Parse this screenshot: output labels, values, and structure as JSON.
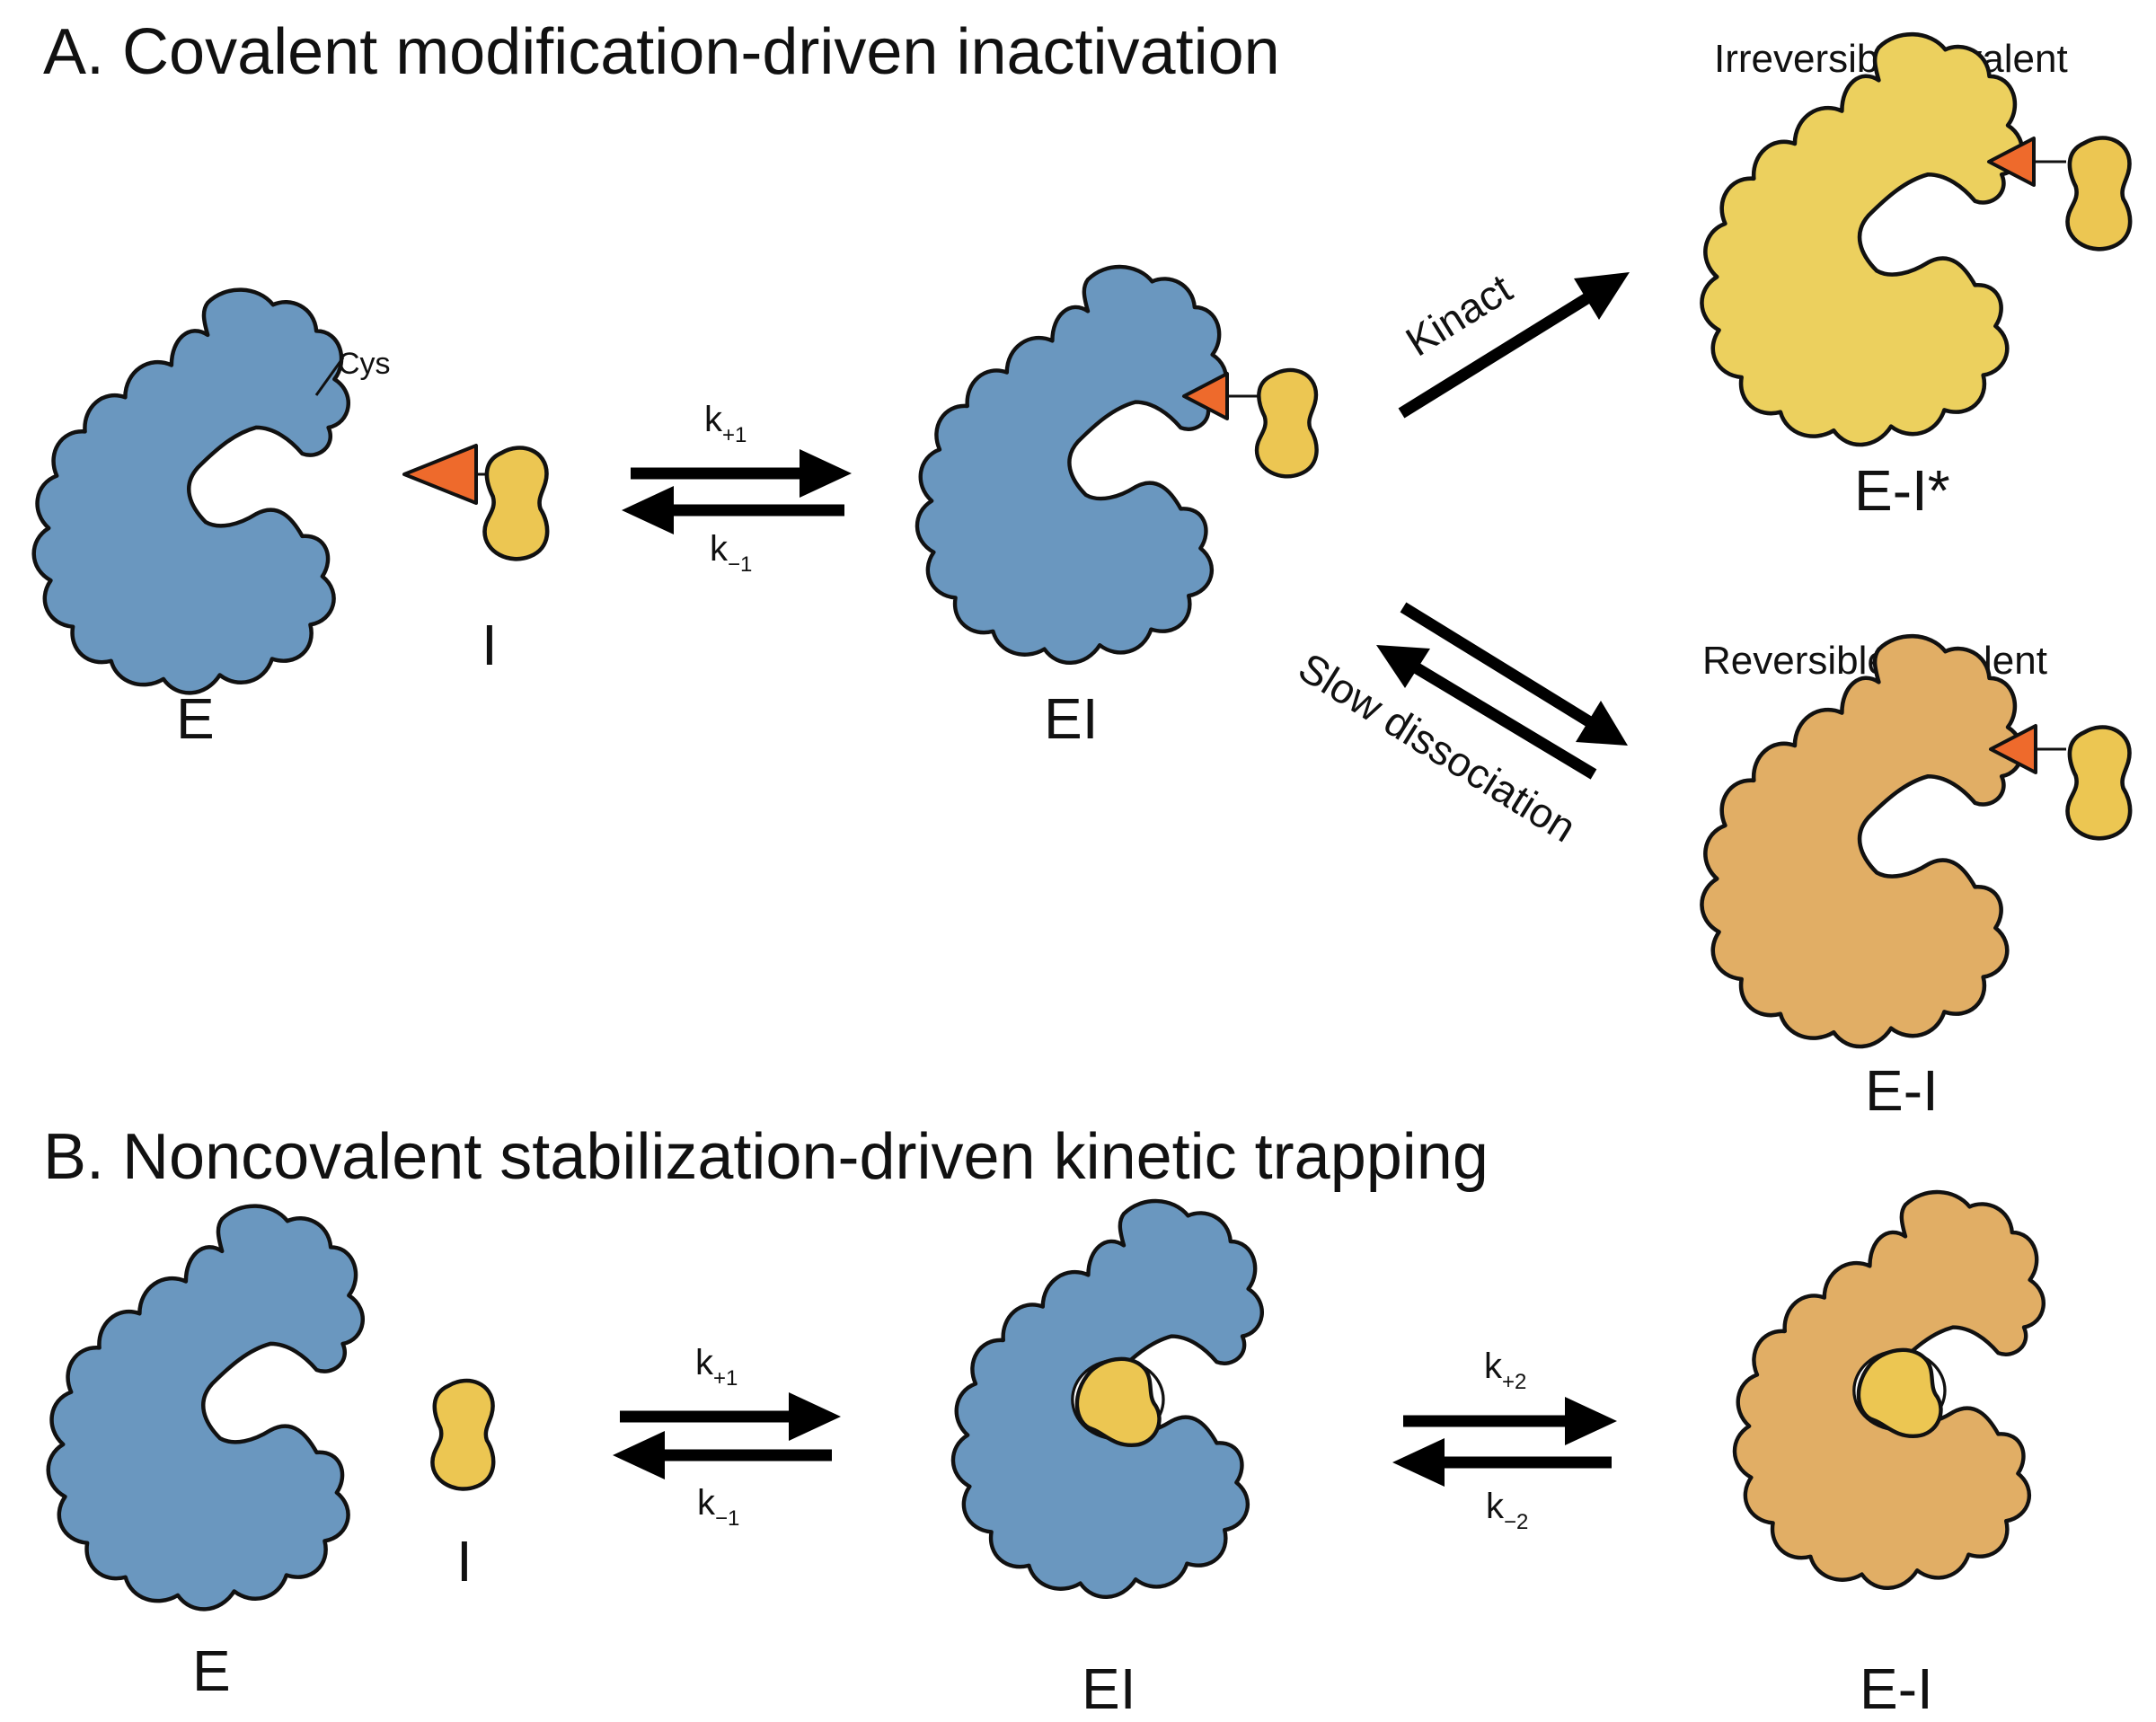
{
  "colors": {
    "enzyme_free": "#6a97bf",
    "enzyme_irreversible": "#ecd05e",
    "enzyme_reversible": "#e1ae65",
    "ligand": "#ecc652",
    "warhead": "#ee6a2c",
    "arrow": "#000000"
  },
  "panel_a": {
    "title": "A. Covalent modification-driven inactivation",
    "cys_label": "Cys",
    "label_E": "E",
    "label_I": "I",
    "label_EI": "EI",
    "rate_forward": {
      "k": "k",
      "sub": "+1"
    },
    "rate_reverse": {
      "k": "k",
      "sub": "−1"
    },
    "kinact_label": "Kinact",
    "slow_label": "Slow dissociation",
    "irreversible_caption": "Irreversible covalent",
    "irreversible_product": "E-I*",
    "reversible_caption": "Reversible covalent",
    "reversible_product": "E-I"
  },
  "panel_b": {
    "title": "B. Noncovalent stabilization-driven kinetic trapping",
    "label_E": "E",
    "label_I": "I",
    "label_EI": "EI",
    "label_EI_trapped": "E-I",
    "rate1_forward": {
      "k": "k",
      "sub": "+1"
    },
    "rate1_reverse": {
      "k": "k",
      "sub": "−1"
    },
    "rate2_forward": {
      "k": "k",
      "sub": "+2"
    },
    "rate2_reverse": {
      "k": "k",
      "sub": "−2"
    }
  }
}
